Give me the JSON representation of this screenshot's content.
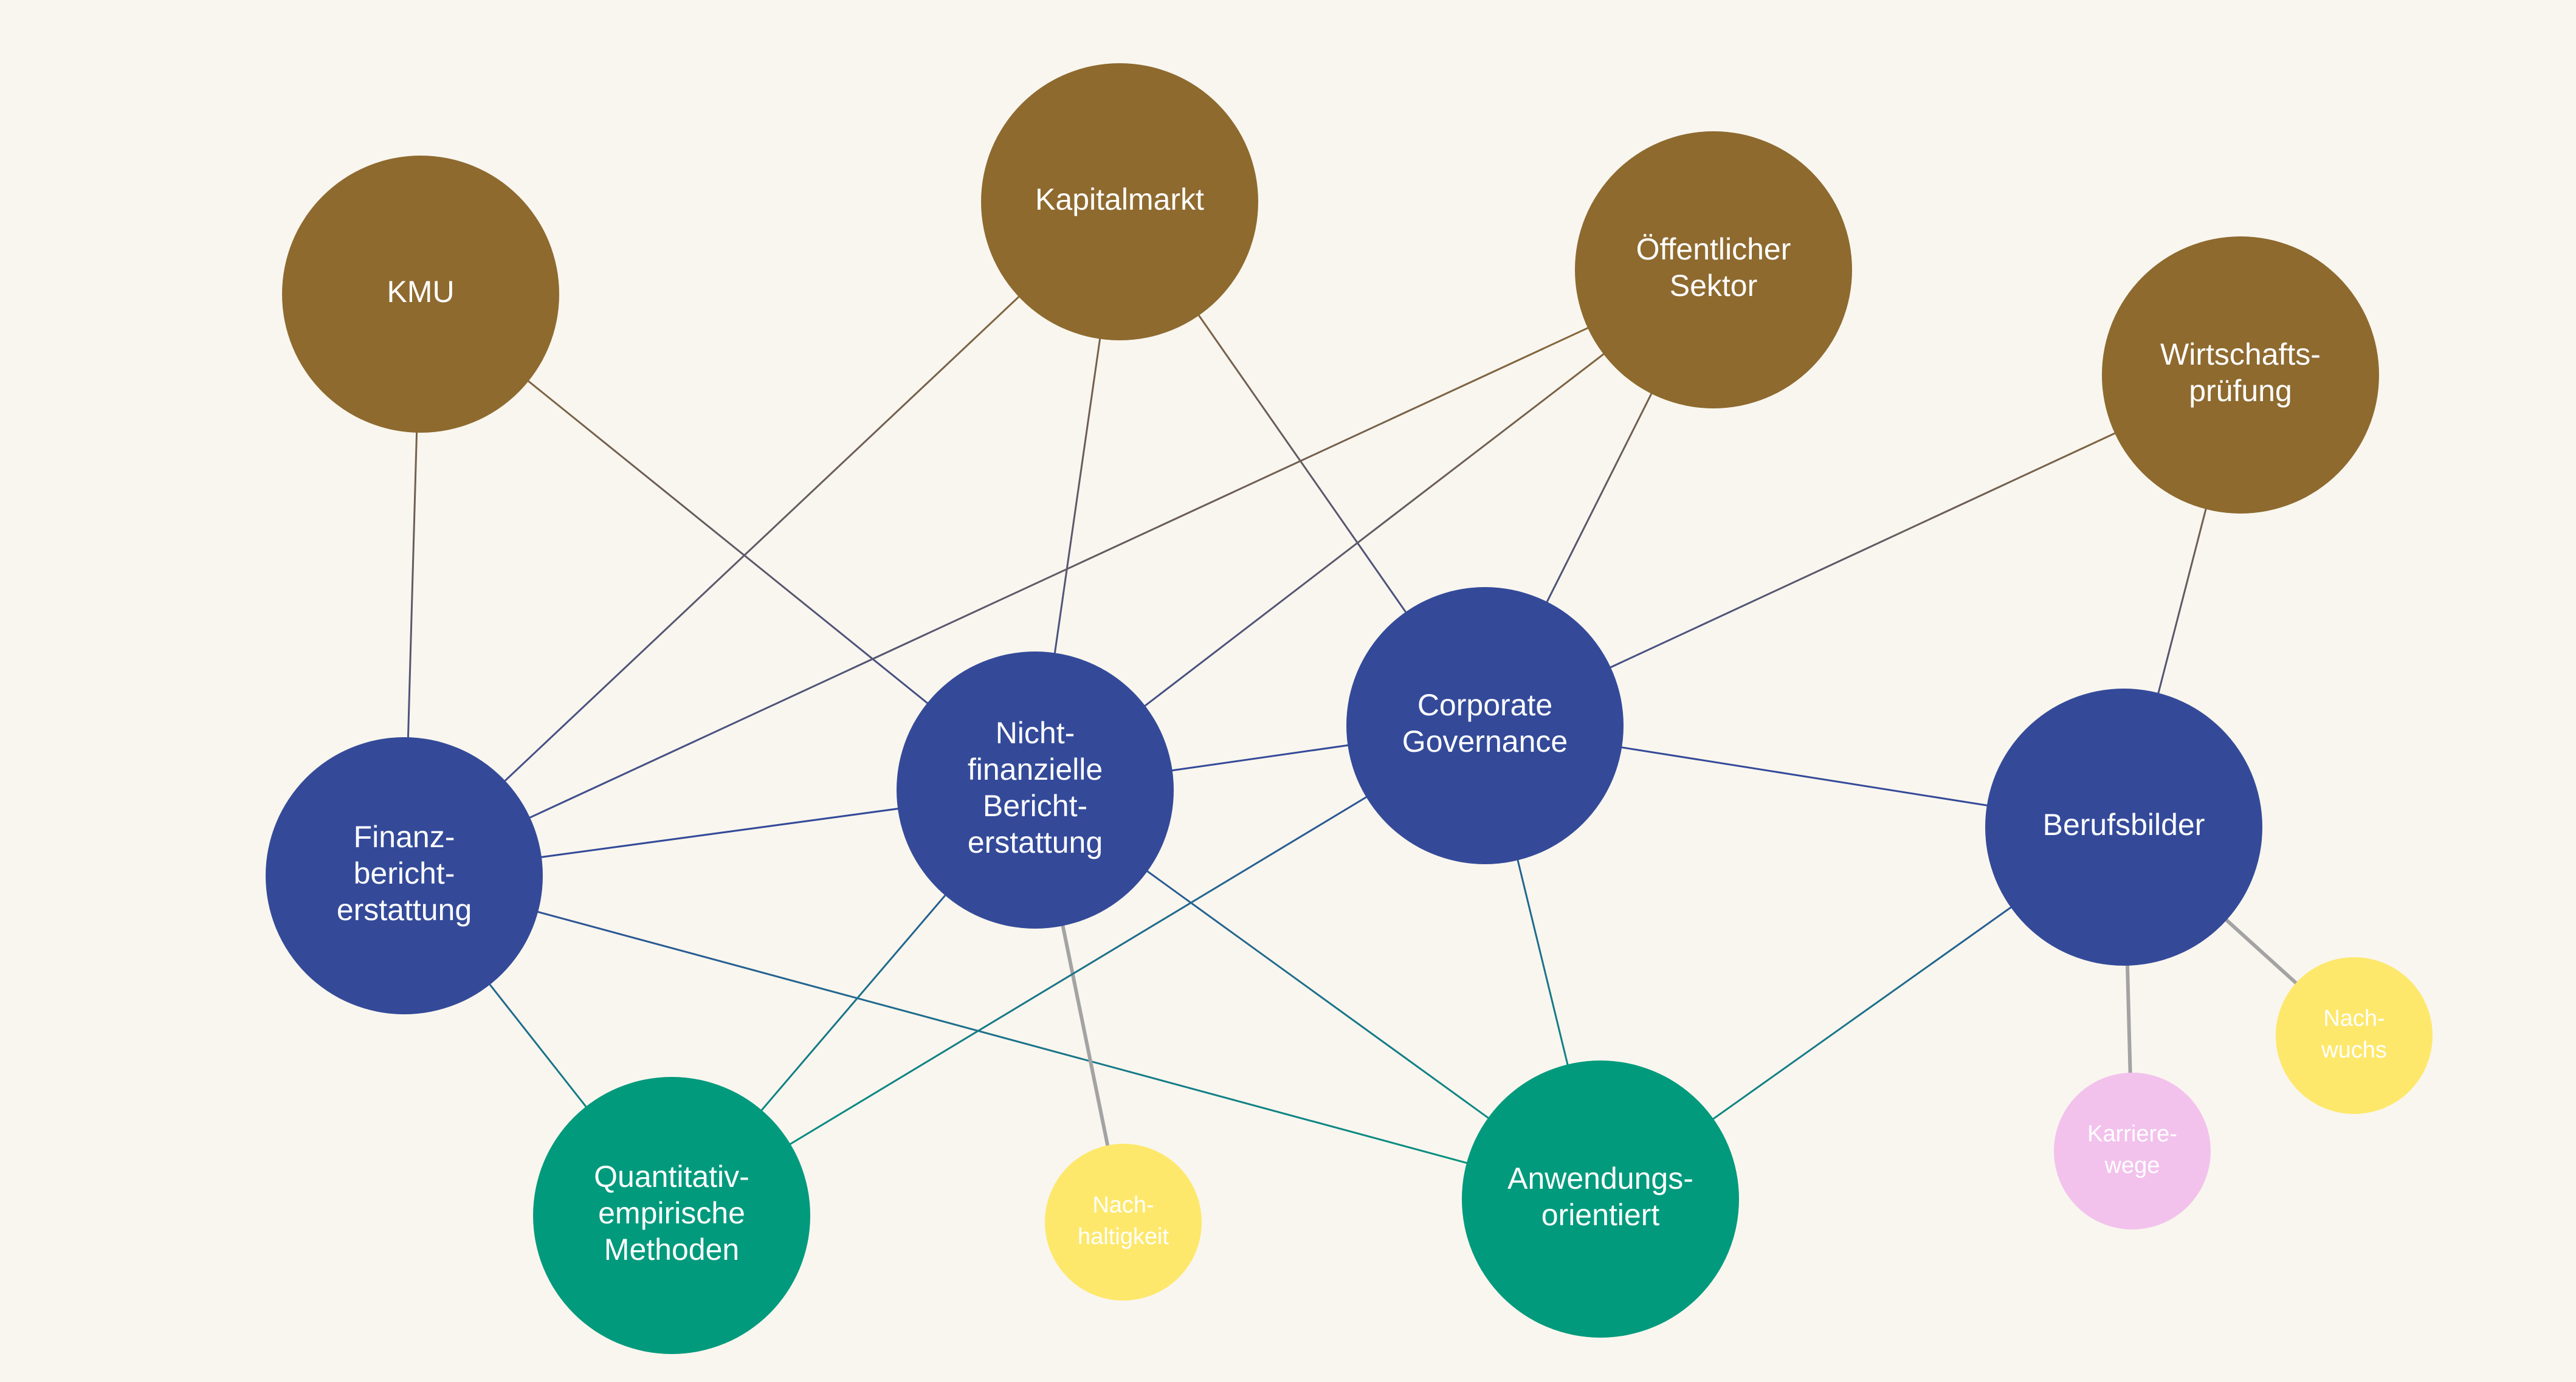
{
  "colors": {
    "background": "#f9f6ef",
    "brown": "#8e6a2f",
    "blue": "#344a99",
    "green": "#019a7c",
    "yellow": "#fde86c",
    "pink": "#f2c2ec",
    "edge_gray": "#a3a3a3"
  },
  "nodes": [
    {
      "id": "kmu",
      "lines": [
        "KMU"
      ],
      "color": "brown"
    },
    {
      "id": "kapitalmarkt",
      "lines": [
        "Kapitalmarkt"
      ],
      "color": "brown"
    },
    {
      "id": "oeffentlicher-sektor",
      "lines": [
        "Öffentlicher",
        "Sektor"
      ],
      "color": "brown"
    },
    {
      "id": "wirtschaftspruefung",
      "lines": [
        "Wirtschafts-",
        "prüfung"
      ],
      "color": "brown"
    },
    {
      "id": "finanzberichterstattung",
      "lines": [
        "Finanz-",
        "bericht-",
        "erstattung"
      ],
      "color": "blue"
    },
    {
      "id": "nichtfinanzielle-berichterstattung",
      "lines": [
        "Nicht-",
        "finanzielle",
        "Bericht-",
        "erstattung"
      ],
      "color": "blue"
    },
    {
      "id": "corporate-governance",
      "lines": [
        "Corporate",
        "Governance"
      ],
      "color": "blue"
    },
    {
      "id": "berufsbilder",
      "lines": [
        "Berufsbilder"
      ],
      "color": "blue"
    },
    {
      "id": "quantitativ-empirische-methoden",
      "lines": [
        "Quantitativ-",
        "empirische",
        "Methoden"
      ],
      "color": "green"
    },
    {
      "id": "anwendungsorientiert",
      "lines": [
        "Anwendungs-",
        "orientiert"
      ],
      "color": "green"
    },
    {
      "id": "nachhaltigkeit",
      "lines": [
        "Nach-",
        "haltigkeit"
      ],
      "color": "yellow"
    },
    {
      "id": "karrierewege",
      "lines": [
        "Karriere-",
        "wege"
      ],
      "color": "pink"
    },
    {
      "id": "nachwuchs",
      "lines": [
        "Nach-",
        "wuchs"
      ],
      "color": "yellow"
    }
  ],
  "edges": [
    {
      "from": "kmu",
      "to": "finanzberichterstattung"
    },
    {
      "from": "kmu",
      "to": "nichtfinanzielle-berichterstattung"
    },
    {
      "from": "kapitalmarkt",
      "to": "finanzberichterstattung"
    },
    {
      "from": "kapitalmarkt",
      "to": "nichtfinanzielle-berichterstattung"
    },
    {
      "from": "kapitalmarkt",
      "to": "corporate-governance"
    },
    {
      "from": "oeffentlicher-sektor",
      "to": "finanzberichterstattung"
    },
    {
      "from": "oeffentlicher-sektor",
      "to": "nichtfinanzielle-berichterstattung"
    },
    {
      "from": "oeffentlicher-sektor",
      "to": "corporate-governance"
    },
    {
      "from": "wirtschaftspruefung",
      "to": "corporate-governance"
    },
    {
      "from": "wirtschaftspruefung",
      "to": "berufsbilder"
    },
    {
      "from": "finanzberichterstattung",
      "to": "nichtfinanzielle-berichterstattung"
    },
    {
      "from": "finanzberichterstattung",
      "to": "quantitativ-empirische-methoden"
    },
    {
      "from": "finanzberichterstattung",
      "to": "anwendungsorientiert"
    },
    {
      "from": "nichtfinanzielle-berichterstattung",
      "to": "corporate-governance"
    },
    {
      "from": "nichtfinanzielle-berichterstattung",
      "to": "quantitativ-empirische-methoden"
    },
    {
      "from": "nichtfinanzielle-berichterstattung",
      "to": "anwendungsorientiert"
    },
    {
      "from": "nichtfinanzielle-berichterstattung",
      "to": "nachhaltigkeit"
    },
    {
      "from": "corporate-governance",
      "to": "berufsbilder"
    },
    {
      "from": "corporate-governance",
      "to": "quantitativ-empirische-methoden"
    },
    {
      "from": "corporate-governance",
      "to": "anwendungsorientiert"
    },
    {
      "from": "berufsbilder",
      "to": "anwendungsorientiert"
    },
    {
      "from": "berufsbilder",
      "to": "karrierewege"
    },
    {
      "from": "berufsbilder",
      "to": "nachwuchs"
    }
  ]
}
